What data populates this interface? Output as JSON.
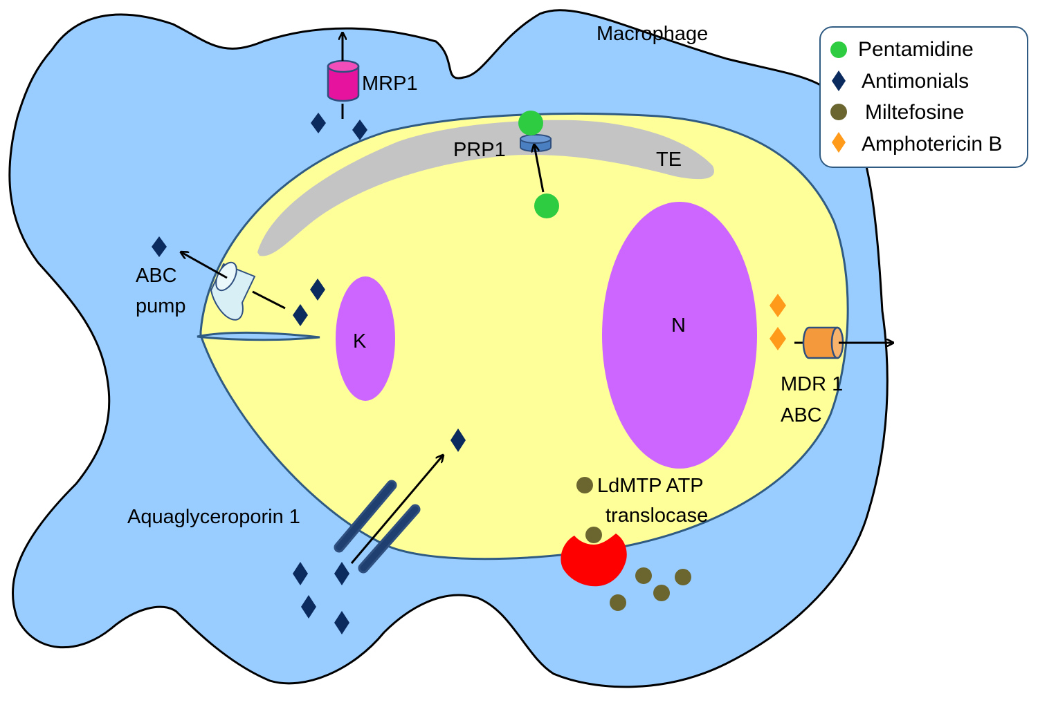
{
  "labels": {
    "macrophage": "Macrophage",
    "mrp1": "MRP1",
    "prp1": "PRP1",
    "te": "TE",
    "abc_pump_line1": "ABC",
    "abc_pump_line2": "pump",
    "kinetoplast": "K",
    "nucleus": "N",
    "mdr1_line1": "MDR 1",
    "mdr1_line2": "ABC",
    "aquaglyceroporin": "Aquaglyceroporin 1",
    "ldmtp_line1": "LdMTP ATP",
    "ldmtp_line2": "translocase"
  },
  "legend": {
    "items": [
      {
        "label": "Pentamidine",
        "color": "#2ecc40",
        "shape": "circle"
      },
      {
        "label": "Antimonials",
        "color": "#0b2a5e",
        "shape": "diamond"
      },
      {
        "label": "Miltefosine",
        "color": "#6b6630",
        "shape": "circle"
      },
      {
        "label": "Amphotericin B",
        "color": "#ff9a1a",
        "shape": "diamond"
      }
    ]
  },
  "colors": {
    "macrophage_fill": "#99ccff",
    "parasite_fill": "#ffff99",
    "te_fill": "#c4c4c4",
    "organelle_fill": "#cc66ff",
    "mrp1_fill": "#e6139e",
    "prp1_fill": "#4a7fc1",
    "abc_pump_fill": "#d8f0f5",
    "mdr1_fill": "#f59a3c",
    "translocase_fill": "#ff0000",
    "aquaporin_fill": "#1f3f70"
  }
}
